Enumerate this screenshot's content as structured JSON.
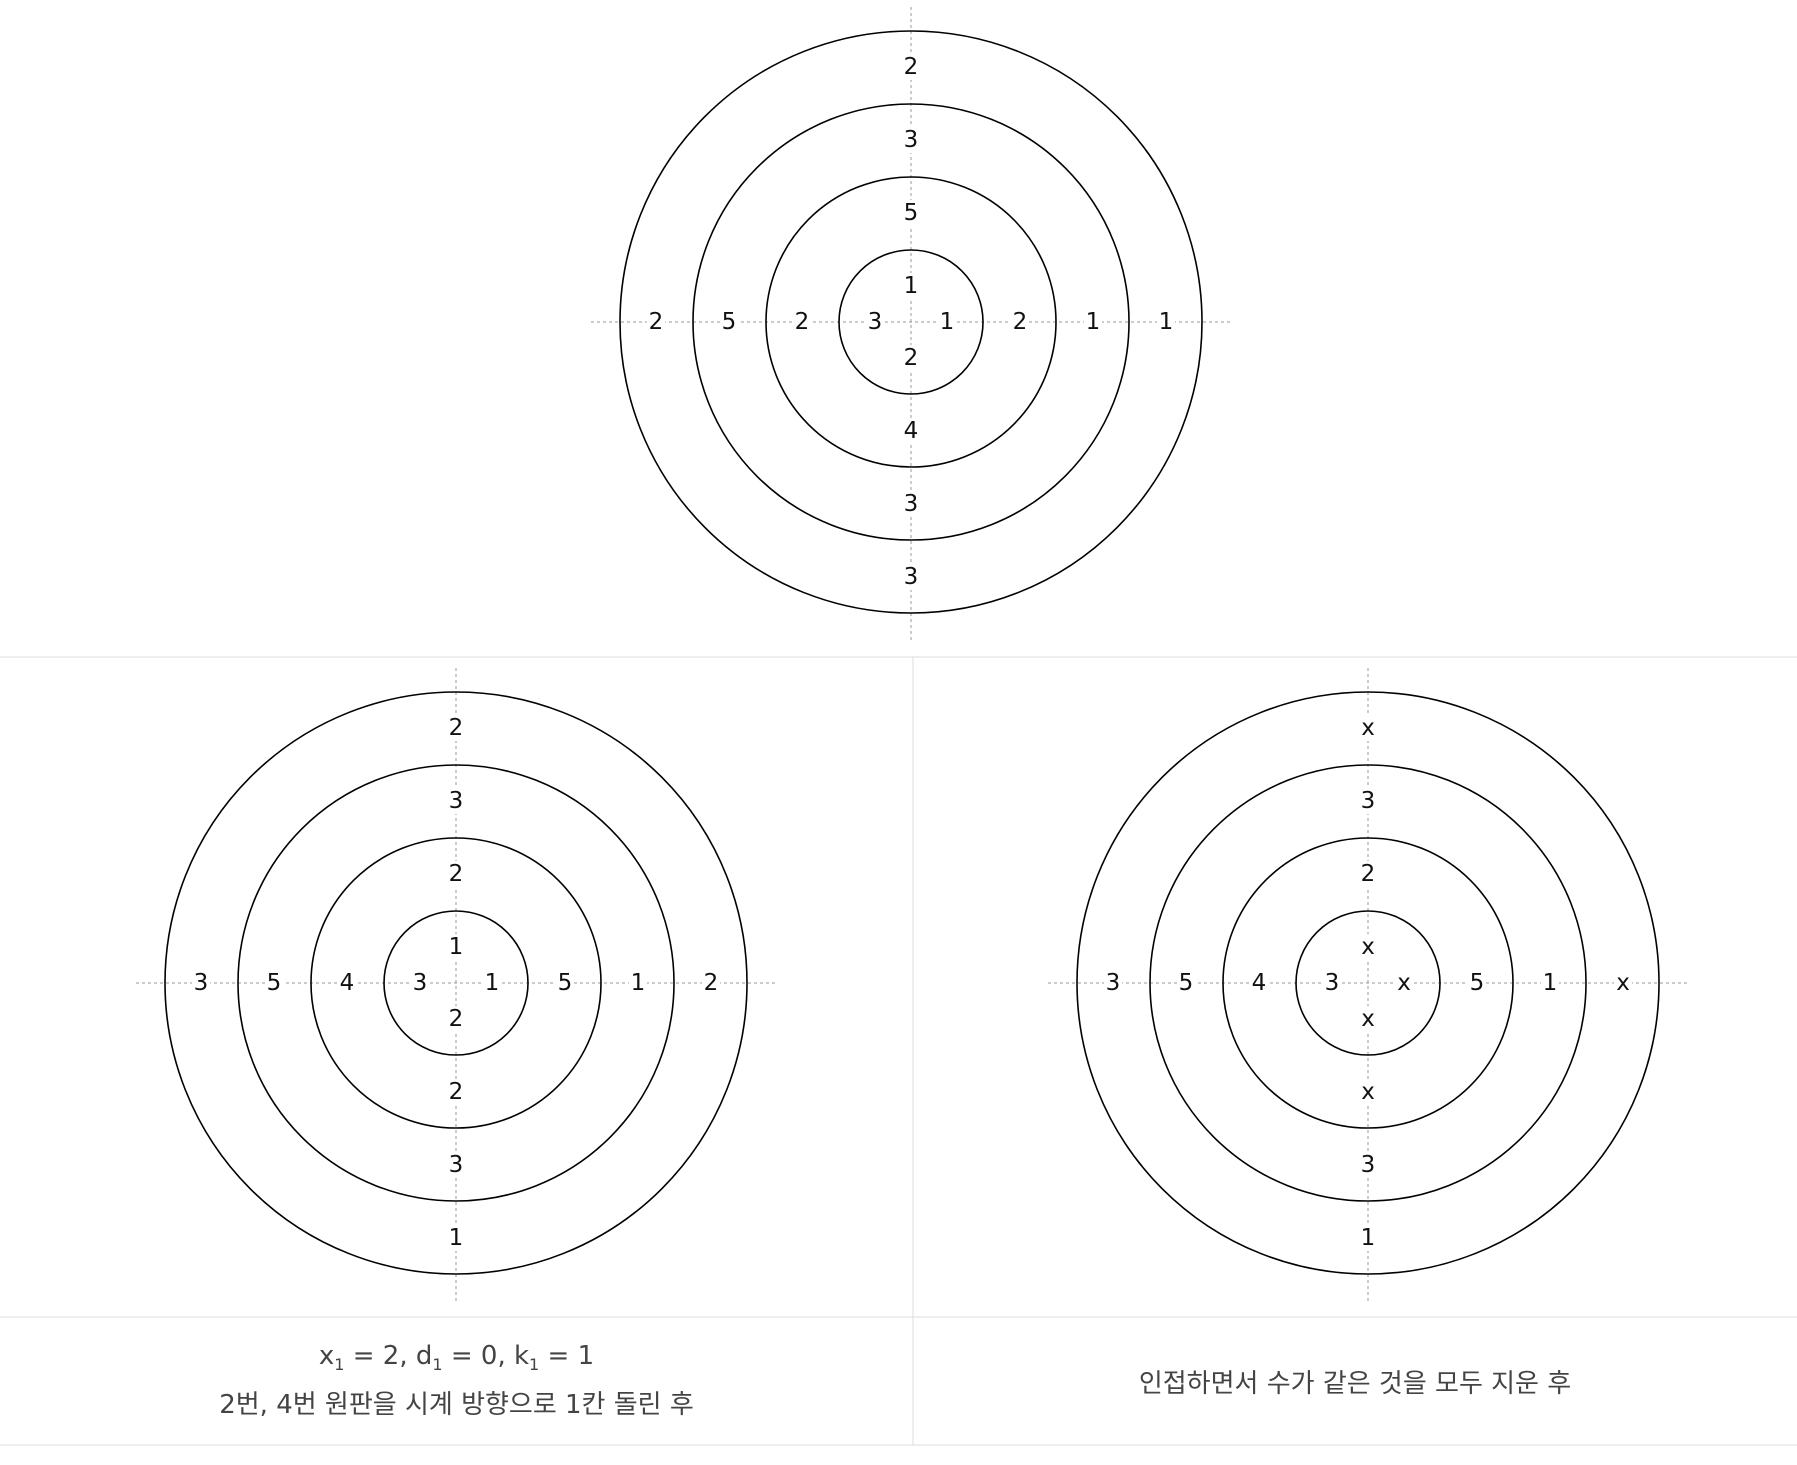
{
  "diagrams": [
    {
      "id": "initial",
      "rings": [
        {
          "disk": 1,
          "top": "1",
          "right": "1",
          "bottom": "2",
          "left": "3"
        },
        {
          "disk": 2,
          "top": "5",
          "right": "2",
          "bottom": "4",
          "left": "2"
        },
        {
          "disk": 3,
          "top": "3",
          "right": "1",
          "bottom": "3",
          "left": "5"
        },
        {
          "disk": 4,
          "top": "2",
          "right": "1",
          "bottom": "3",
          "left": "2"
        }
      ]
    },
    {
      "id": "after-rotation",
      "rings": [
        {
          "disk": 1,
          "top": "1",
          "right": "1",
          "bottom": "2",
          "left": "3"
        },
        {
          "disk": 2,
          "top": "2",
          "right": "5",
          "bottom": "2",
          "left": "4"
        },
        {
          "disk": 3,
          "top": "3",
          "right": "1",
          "bottom": "3",
          "left": "5"
        },
        {
          "disk": 4,
          "top": "2",
          "right": "2",
          "bottom": "1",
          "left": "3"
        }
      ]
    },
    {
      "id": "after-removal",
      "rings": [
        {
          "disk": 1,
          "top": "x",
          "right": "x",
          "bottom": "x",
          "left": "3"
        },
        {
          "disk": 2,
          "top": "2",
          "right": "5",
          "bottom": "x",
          "left": "4"
        },
        {
          "disk": 3,
          "top": "3",
          "right": "1",
          "bottom": "3",
          "left": "5"
        },
        {
          "disk": 4,
          "top": "x",
          "right": "x",
          "bottom": "1",
          "left": "3"
        }
      ]
    }
  ],
  "captions": {
    "left": {
      "params": {
        "x_var": "x",
        "x_val": "2",
        "d_var": "d",
        "d_val": "0",
        "k_var": "k",
        "k_val": "1",
        "subscript": "1"
      },
      "line2": "2번, 4번 원판을 시계 방향으로 1칸 돌린 후"
    },
    "right": {
      "line1": "인접하면서 수가 같은 것을 모두 지운 후"
    }
  }
}
